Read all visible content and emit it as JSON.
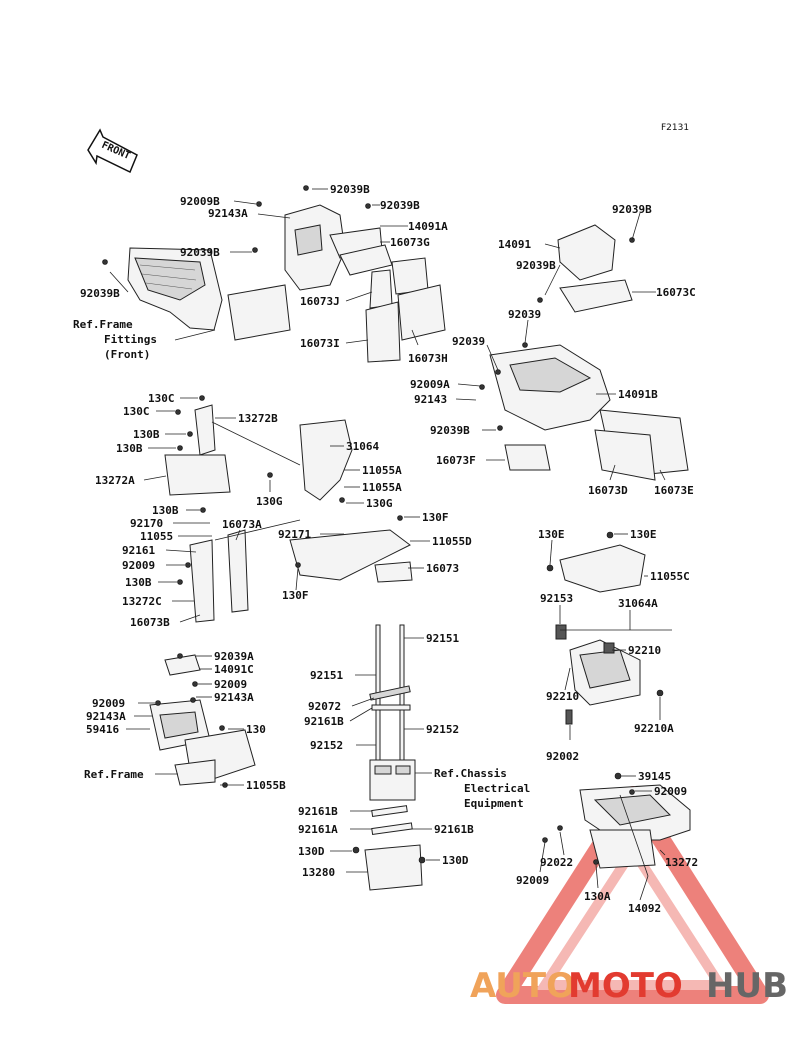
{
  "diagram_code": "F2131",
  "direction_label": "FRONT",
  "labels": [
    {
      "id": "p1",
      "text": "92009B"
    },
    {
      "id": "p2",
      "text": "92143A"
    },
    {
      "id": "p3",
      "text": "92039B"
    },
    {
      "id": "p4",
      "text": "92039B"
    },
    {
      "id": "p5",
      "text": "14091A"
    },
    {
      "id": "p6",
      "text": "92039B"
    },
    {
      "id": "p7",
      "text": "16073G"
    },
    {
      "id": "p8",
      "text": "92039B"
    },
    {
      "id": "p9",
      "text": "16073J"
    },
    {
      "id": "p10",
      "text": "16073I"
    },
    {
      "id": "p11",
      "text": "16073H"
    },
    {
      "id": "p12",
      "text": "92039B"
    },
    {
      "id": "p13",
      "text": "14091"
    },
    {
      "id": "p14",
      "text": "92039B"
    },
    {
      "id": "p15",
      "text": "16073C"
    },
    {
      "id": "p16",
      "text": "92039"
    },
    {
      "id": "p17",
      "text": "92039"
    },
    {
      "id": "p18",
      "text": "92009A"
    },
    {
      "id": "p19",
      "text": "92143"
    },
    {
      "id": "p20",
      "text": "14091B"
    },
    {
      "id": "p21",
      "text": "92039B"
    },
    {
      "id": "p22",
      "text": "16073F"
    },
    {
      "id": "p23",
      "text": "16073D"
    },
    {
      "id": "p24",
      "text": "16073E"
    },
    {
      "id": "p25",
      "text": "130C"
    },
    {
      "id": "p26",
      "text": "130C"
    },
    {
      "id": "p27",
      "text": "13272B"
    },
    {
      "id": "p28",
      "text": "130B"
    },
    {
      "id": "p29",
      "text": "130B"
    },
    {
      "id": "p30",
      "text": "31064"
    },
    {
      "id": "p31",
      "text": "13272A"
    },
    {
      "id": "p32",
      "text": "11055A"
    },
    {
      "id": "p33",
      "text": "11055A"
    },
    {
      "id": "p34",
      "text": "130G"
    },
    {
      "id": "p35",
      "text": "130G"
    },
    {
      "id": "p36",
      "text": "130B"
    },
    {
      "id": "p37",
      "text": "130F"
    },
    {
      "id": "p38",
      "text": "92170"
    },
    {
      "id": "p39",
      "text": "16073A"
    },
    {
      "id": "p40",
      "text": "11055"
    },
    {
      "id": "p41",
      "text": "92171"
    },
    {
      "id": "p42",
      "text": "11055D"
    },
    {
      "id": "p43",
      "text": "92161"
    },
    {
      "id": "p44",
      "text": "92009"
    },
    {
      "id": "p45",
      "text": "16073"
    },
    {
      "id": "p46",
      "text": "130B"
    },
    {
      "id": "p47",
      "text": "130F"
    },
    {
      "id": "p48",
      "text": "13272C"
    },
    {
      "id": "p49",
      "text": "16073B"
    },
    {
      "id": "p50",
      "text": "130E"
    },
    {
      "id": "p51",
      "text": "130E"
    },
    {
      "id": "p52",
      "text": "11055C"
    },
    {
      "id": "p53",
      "text": "92153"
    },
    {
      "id": "p54",
      "text": "31064A"
    },
    {
      "id": "p55",
      "text": "92151"
    },
    {
      "id": "p56",
      "text": "92210"
    },
    {
      "id": "p57",
      "text": "92151"
    },
    {
      "id": "p58",
      "text": "92039A"
    },
    {
      "id": "p59",
      "text": "14091C"
    },
    {
      "id": "p60",
      "text": "92009"
    },
    {
      "id": "p61",
      "text": "92210"
    },
    {
      "id": "p62",
      "text": "92072"
    },
    {
      "id": "p63",
      "text": "92009"
    },
    {
      "id": "p64",
      "text": "92143A"
    },
    {
      "id": "p65",
      "text": "92143A"
    },
    {
      "id": "p66",
      "text": "92161B"
    },
    {
      "id": "p67",
      "text": "92152"
    },
    {
      "id": "p68",
      "text": "92002"
    },
    {
      "id": "p69",
      "text": "92210A"
    },
    {
      "id": "p70",
      "text": "59416"
    },
    {
      "id": "p71",
      "text": "130"
    },
    {
      "id": "p72",
      "text": "92152"
    },
    {
      "id": "p73",
      "text": "11055B"
    },
    {
      "id": "p74",
      "text": "39145"
    },
    {
      "id": "p75",
      "text": "92009"
    },
    {
      "id": "p76",
      "text": "92161B"
    },
    {
      "id": "p77",
      "text": "92161A"
    },
    {
      "id": "p78",
      "text": "92161B"
    },
    {
      "id": "p79",
      "text": "130D"
    },
    {
      "id": "p80",
      "text": "130D"
    },
    {
      "id": "p81",
      "text": "13280"
    },
    {
      "id": "p82",
      "text": "92022"
    },
    {
      "id": "p83",
      "text": "13272"
    },
    {
      "id": "p84",
      "text": "92009"
    },
    {
      "id": "p85",
      "text": "130A"
    },
    {
      "id": "p86",
      "text": "14092"
    }
  ],
  "references": [
    {
      "id": "r1",
      "lines": [
        "Ref.Frame",
        "Fittings",
        "(Front)"
      ]
    },
    {
      "id": "r2",
      "lines": [
        "Ref.Frame"
      ]
    },
    {
      "id": "r3",
      "lines": [
        "Ref.Chassis",
        "Electrical",
        "Equipment"
      ]
    }
  ],
  "watermark": {
    "part1": "AUTO",
    "part2": "MOTO",
    "part3": "HUB"
  },
  "colors": {
    "watermark_triangle": "#e23b30",
    "watermark_orange": "#f0a35a",
    "watermark_gray": "#666666"
  }
}
